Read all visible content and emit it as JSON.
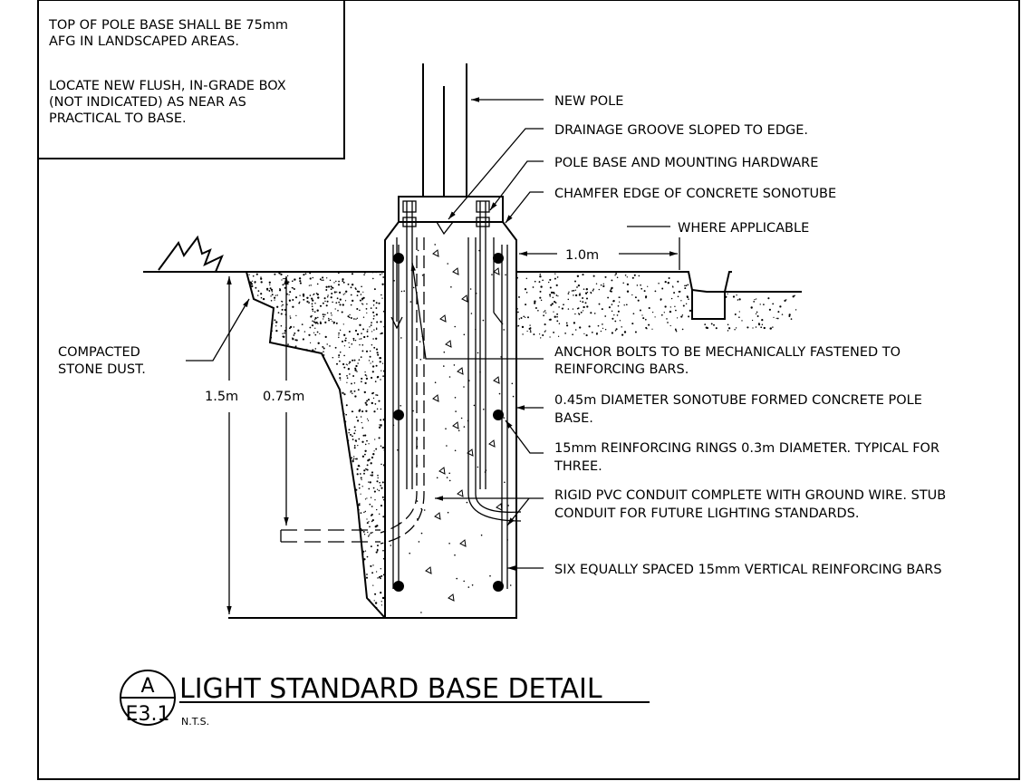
{
  "general_note": {
    "lines": [
      "TOP OF POLE BASE SHALL BE 75mm",
      "AFG IN LANDSCAPED AREAS.",
      "LOCATE NEW FLUSH, IN-GRADE BOX",
      "(NOT INDICATED) AS NEAR AS",
      "PRACTICAL TO BASE."
    ]
  },
  "callouts": {
    "new_pole": "NEW POLE",
    "drainage": "DRAINAGE GROOVE SLOPED TO EDGE.",
    "pole_base": "POLE BASE AND MOUNTING HARDWARE",
    "chamfer": "CHAMFER EDGE OF CONCRETE SONOTUBE",
    "where_applicable": "WHERE APPLICABLE",
    "anchor_1": "ANCHOR BOLTS TO BE MECHANICALLY FASTENED TO",
    "anchor_2": "REINFORCING BARS.",
    "sonotube_1": "0.45m DIAMETER SONOTUBE FORMED CONCRETE POLE",
    "sonotube_2": "BASE.",
    "rings_1": "15mm REINFORCING RINGS 0.3m DIAMETER.  TYPICAL FOR",
    "rings_2": "THREE.",
    "conduit_1": "RIGID PVC CONDUIT COMPLETE WITH GROUND WIRE.  STUB",
    "conduit_2": "CONDUIT FOR FUTURE LIGHTING STANDARDS.",
    "vertical_bars": "SIX EQUALLY SPACED 15mm VERTICAL REINFORCING BARS",
    "compacted_1": "COMPACTED",
    "compacted_2": "STONE DUST."
  },
  "dimensions": {
    "offset": "1.0m",
    "depth": "1.5m",
    "conduit_depth": "0.75m"
  },
  "title_block": {
    "detail_letter": "A",
    "sheet": "E3.1",
    "title": "LIGHT STANDARD BASE DETAIL",
    "scale": "N.T.S."
  }
}
